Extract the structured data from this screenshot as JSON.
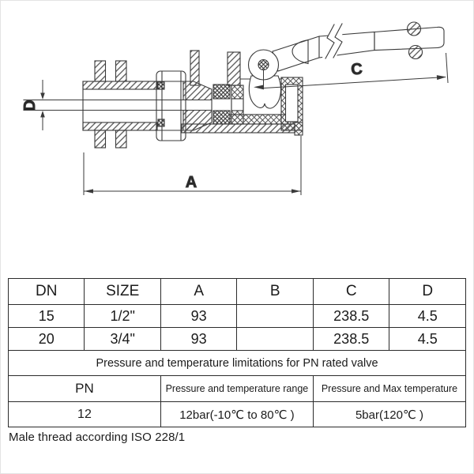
{
  "drawing": {
    "dim_labels": {
      "a": "A",
      "c": "C",
      "d": "D"
    }
  },
  "table": {
    "headers": [
      "DN",
      "SIZE",
      "A",
      "B",
      "C",
      "D"
    ],
    "rows": [
      [
        "15",
        "1/2\"",
        "93",
        "",
        "238.5",
        "4.5"
      ],
      [
        "20",
        "3/4\"",
        "93",
        "",
        "238.5",
        "4.5"
      ]
    ],
    "section_caption": "Pressure and temperature limitations for PN rated valve",
    "spec_headers": [
      "PN",
      "Pressure and temperature range",
      "Pressure and Max temperature"
    ],
    "spec_values": [
      "12",
      "12bar(-10℃ to 80℃ )",
      "5bar(120℃ )"
    ]
  },
  "footer_note": "Male thread according ISO 228/1",
  "colors": {
    "line": "#3a3a3a",
    "table_border": "#2b2b2b",
    "text": "#1b1b1b",
    "background": "#ffffff"
  }
}
